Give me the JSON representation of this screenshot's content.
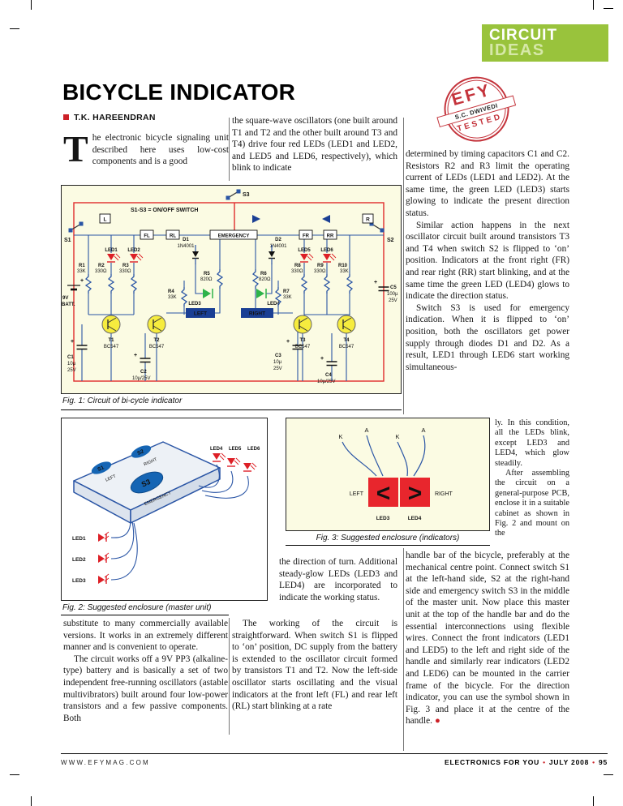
{
  "palette": {
    "banner_green": "#99c33c",
    "stamp_red": "#c4333b",
    "wire_blue": "#2a55a5",
    "rail_red": "#e02b2b",
    "led_red": "#dd1f26",
    "led_green": "#2eb34a",
    "schematic_bg": "#fbfbe3",
    "panel_blue": "#1565b4",
    "indicator_red": "#e8262d"
  },
  "header": {
    "line1": "CIRCUIT",
    "line2": "IDEAS"
  },
  "article": {
    "title": "BICYCLE INDICATOR",
    "author": "T.K. HAREENDRAN",
    "stamp": {
      "top": "EFY",
      "middle": "S.C. DWIVEDI",
      "bottom": "TESTED"
    },
    "end_mark": "●"
  },
  "body": {
    "dropcap": "T",
    "col1_intro": "he electronic bicycle signaling unit described here uses low-cost components and is a good",
    "col1_p1": "substitute to many commercially available versions. It works in an extremely different manner and is convenient to operate.",
    "col1_p2": "The circuit works off a 9V PP3 (alkaline-type) battery and is basically a set of two independent free-running oscillators (astable multivibrators) built around four low-power transistors and a few passive components. Both",
    "col2_top": "the square-wave oscillators (one built around T1 and T2 and the other built around T3 and T4) drive four red LEDs (LED1 and LED2, and LED5 and LED6, respectively), which blink to indicate",
    "col2_p1": "the direction of turn. Additional steady-glow LEDs (LED3 and LED4) are incorporated to indicate the working status.",
    "col2_p2": "The working of the circuit is straightforward. When switch S1 is flipped to ‘on’ position, DC supply from the battery is extended to the oscillator circuit formed by transistors T1 and T2. Now the left-side oscillator starts oscillating and the visual indicators at the front left (FL) and rear left (RL) start blinking at a rate",
    "col3_p1": "determined by timing capacitors C1 and C2. Resistors R2 and R3 limit the operating current of LEDs (LED1 and LED2). At the same time, the green LED (LED3) starts glowing to indicate the present direction status.",
    "col3_p2": "Similar action happens in the next oscillator circuit built around transistors T3 and T4 when switch S2 is flipped to ‘on’ position. Indicators at the front right (FR) and rear right (RR) start blinking, and at the same time the green LED (LED4) glows to indicate the direction status.",
    "col3_p3a": "Switch S3 is used for emergency indication. When it is flipped to ‘on’ position, both the oscillators get power supply through diodes D1 and D2. As a result, LED1 through LED6 start working simultaneous-",
    "col3_p3b": "ly. In this condition, all the LEDs blink, except LED3 and LED4, which glow steadily.",
    "col3_p4a": "After assembling the circuit on a general-purpose PCB, enclose it in a suitable cabinet as shown in Fig. 2 and mount on the",
    "col3_p4b": "handle bar of the bicycle, preferably at the mechanical centre point. Connect switch S1 at the left-hand side, S2 at the right-hand side and emergency switch S3 in the middle of the master unit. Now place this master unit at the top of the handle bar and do the essential interconnections using flexible wires. Connect the front indicators (LED1 and LED5) to the left and right side of the handle and similarly rear indicators (LED2 and LED6) can be mounted in the carrier frame of the bicycle. For the direction indicator, you can use the symbol shown in Fig. 3 and place it at the centre of the handle."
  },
  "fig1": {
    "caption": "Fig. 1: Circuit of bi-cycle indicator",
    "lbl": {
      "note": "S1-S3 = ON/OFF SWITCH",
      "s1": "S1",
      "s2": "S2",
      "s3": "S3",
      "l": "L",
      "r": "R",
      "fl": "FL",
      "rl": "RL",
      "fr": "FR",
      "rr": "RR",
      "emergency": "EMERGENCY",
      "d1": "D1",
      "d2": "D2",
      "diode_type": "1N4001",
      "led1": "LED1",
      "led2": "LED2",
      "led3": "LED3",
      "led4": "LED4",
      "led5": "LED5",
      "led6": "LED6",
      "r1": "R1",
      "r2": "R2",
      "r3": "R3",
      "r4": "R4",
      "r5": "R5",
      "r6": "R6",
      "r7": "R7",
      "r8": "R8",
      "r9": "R9",
      "r10": "R10",
      "v33k": "33K",
      "v330": "330Ω",
      "v820": "820Ω",
      "batt1": "9V",
      "batt2": "BATT.",
      "left": "LEFT",
      "right": "RIGHT",
      "t1": "T1",
      "t2": "T2",
      "t3": "T3",
      "t4": "T4",
      "bc547": "BC547",
      "c1": "C1",
      "c2": "C2",
      "c3": "C3",
      "c4": "C4",
      "c5": "C5",
      "v10u": "10µ",
      "v25": "25V",
      "v10u25": "10µ/25V",
      "v100u": "100µ",
      "plus": "+"
    }
  },
  "fig2": {
    "caption": "Fig. 2: Suggested enclosure (master unit)",
    "lbl": {
      "s1": "S1",
      "s2": "S2",
      "s3": "S3",
      "left": "LEFT",
      "right": "RIGHT",
      "emergency": "EMERGENCY",
      "led1": "LED1",
      "led2": "LED2",
      "led3": "LED3",
      "led4": "LED4",
      "led5": "LED5",
      "led6": "LED6"
    }
  },
  "fig3": {
    "caption": "Fig. 3: Suggested enclosure (indicators)",
    "lbl": {
      "a": "A",
      "k": "K",
      "left": "LEFT",
      "right": "RIGHT",
      "led3": "LED3",
      "led4": "LED4",
      "sym_left": "<",
      "sym_right": ">"
    }
  },
  "footer": {
    "website": "WWW.EFYMAG.COM",
    "brand": "ELECTRONICS FOR YOU",
    "bullet": "•",
    "issue": "JULY 2008",
    "page": "95"
  }
}
